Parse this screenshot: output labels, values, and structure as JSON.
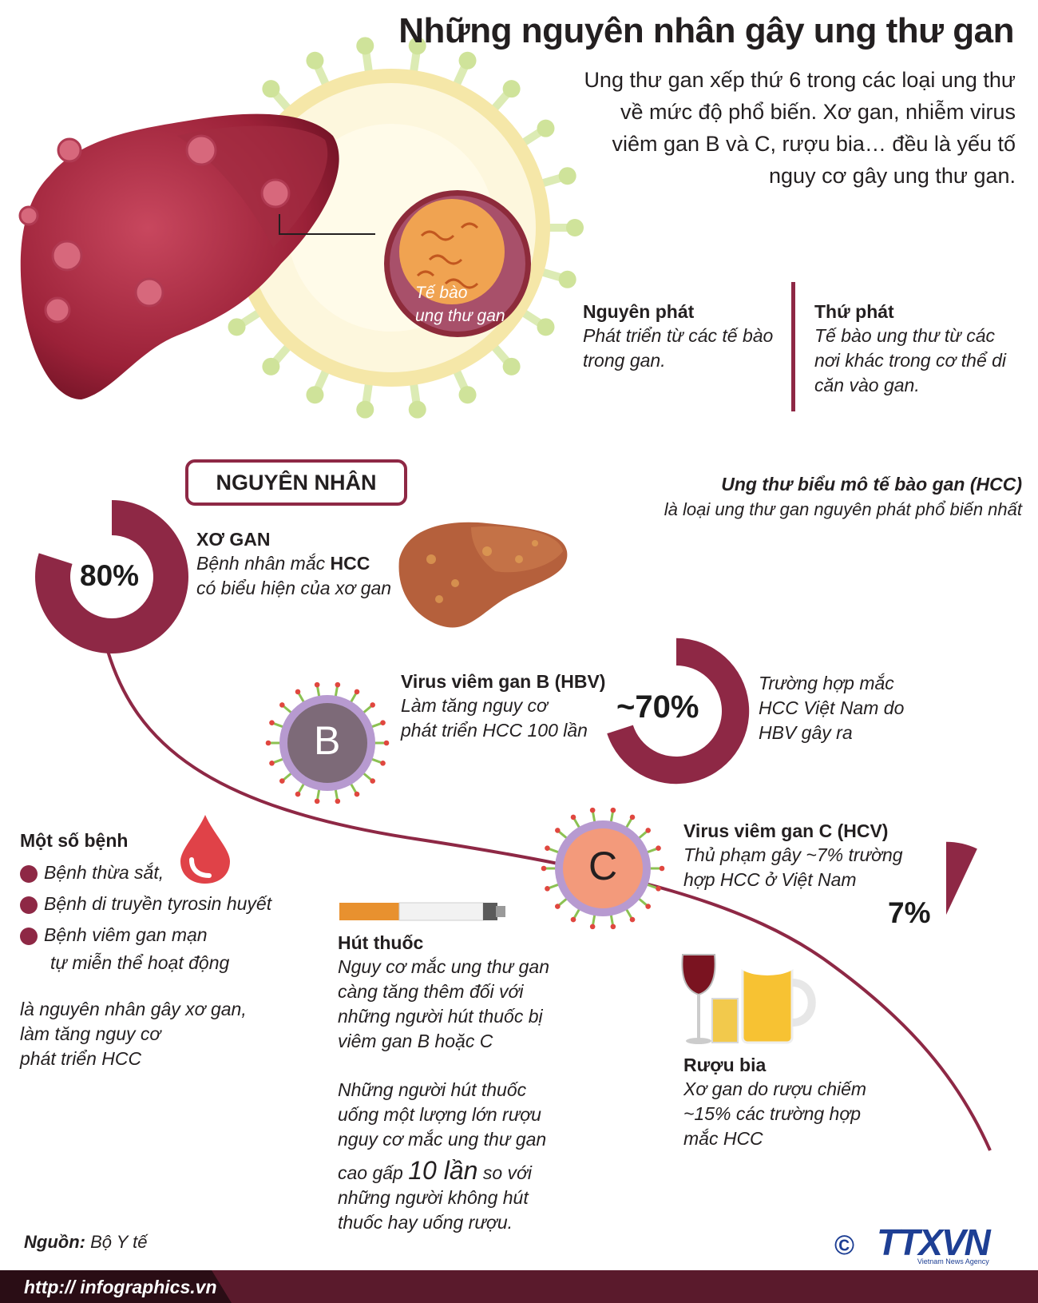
{
  "header": {
    "title": "Những nguyên nhân gây ung thư gan",
    "intro_lines": [
      "Ung thư gan xếp thứ 6 trong các loại ung thư",
      "về mức độ phổ biến. Xơ gan, nhiễm virus",
      "viêm gan B và C, rượu bia… đều là yếu tố",
      "nguy cơ gây ung thư gan."
    ]
  },
  "cell_label": [
    "Tế bào",
    "ung thư gan"
  ],
  "types": {
    "primary": {
      "title": "Nguyên phát",
      "lines": [
        "Phát triển từ các tế bào",
        "trong gan."
      ]
    },
    "secondary": {
      "title": "Thứ phát",
      "lines": [
        "Tế bào ung thư từ các",
        "nơi khác trong cơ thể di",
        "căn vào gan."
      ]
    }
  },
  "section_label": "NGUYÊN NHÂN",
  "hcc": {
    "title": "Ung thư biểu mô tế bào gan (HCC)",
    "subtitle": "là loại ung thư gan nguyên phát phổ biến nhất"
  },
  "cirrhosis": {
    "percent_label": "80%",
    "percent": 80,
    "title": "XƠ GAN",
    "line1_pre": "Bệnh nhân mắc ",
    "line1_bold": "HCC",
    "line2": "có biểu hiện của xơ gan"
  },
  "hbv": {
    "title": "Virus viêm gan B (HBV)",
    "lines": [
      "Làm tăng nguy cơ",
      "phát triển HCC 100 lần"
    ],
    "letter": "B",
    "percent_label": "~70%",
    "percent": 70,
    "note_lines": [
      "Trường hợp mắc",
      "HCC Việt Nam do",
      "HBV gây ra"
    ]
  },
  "hcv": {
    "title": "Virus viêm gan C (HCV)",
    "lines": [
      "Thủ phạm gây ~7% trường",
      "hợp HCC ở Việt Nam"
    ],
    "letter": "C",
    "percent_label": "7%",
    "percent": 7
  },
  "diseases": {
    "title": "Một số bệnh",
    "items": [
      "Bệnh thừa sắt,",
      "Bệnh di truyền tyrosin huyết",
      "Bệnh viêm gan mạn"
    ],
    "item3_cont": "tự miễn thể hoạt động",
    "note_lines": [
      "là nguyên nhân gây xơ gan,",
      "làm tăng nguy cơ",
      "phát triển HCC"
    ]
  },
  "smoking": {
    "title": "Hút thuốc",
    "lines": [
      "Nguy cơ mắc ung thư gan",
      "càng tăng thêm đối với",
      "những người hút thuốc bị",
      "viêm gan B hoặc C"
    ],
    "lines2": [
      "Những người hút thuốc",
      "uống một lượng lớn rượu",
      "nguy cơ mắc ung thư gan"
    ],
    "big_pre": "cao gấp ",
    "big": "10 lần",
    "big_post": " so với",
    "lines3": [
      "những người không hút",
      "thuốc hay uống rượu."
    ]
  },
  "alcohol": {
    "title": "Rượu bia",
    "lines": [
      "Xơ gan do rượu chiếm",
      "~15% các trường hợp",
      "mắc HCC"
    ]
  },
  "source": {
    "label": "Nguồn:",
    "value": " Bộ Y tế"
  },
  "footer": {
    "url": "http:// infographics.vn",
    "logo": "TTXVN",
    "logo_sub": "Vietnam News Agency",
    "copyright": "©"
  },
  "colors": {
    "maroon": "#8e2845",
    "dark_maroon": "#5a1a2c",
    "logo_blue": "#1e3f94",
    "virus_b": "#7d6a78",
    "virus_c": "#f39a7b"
  }
}
